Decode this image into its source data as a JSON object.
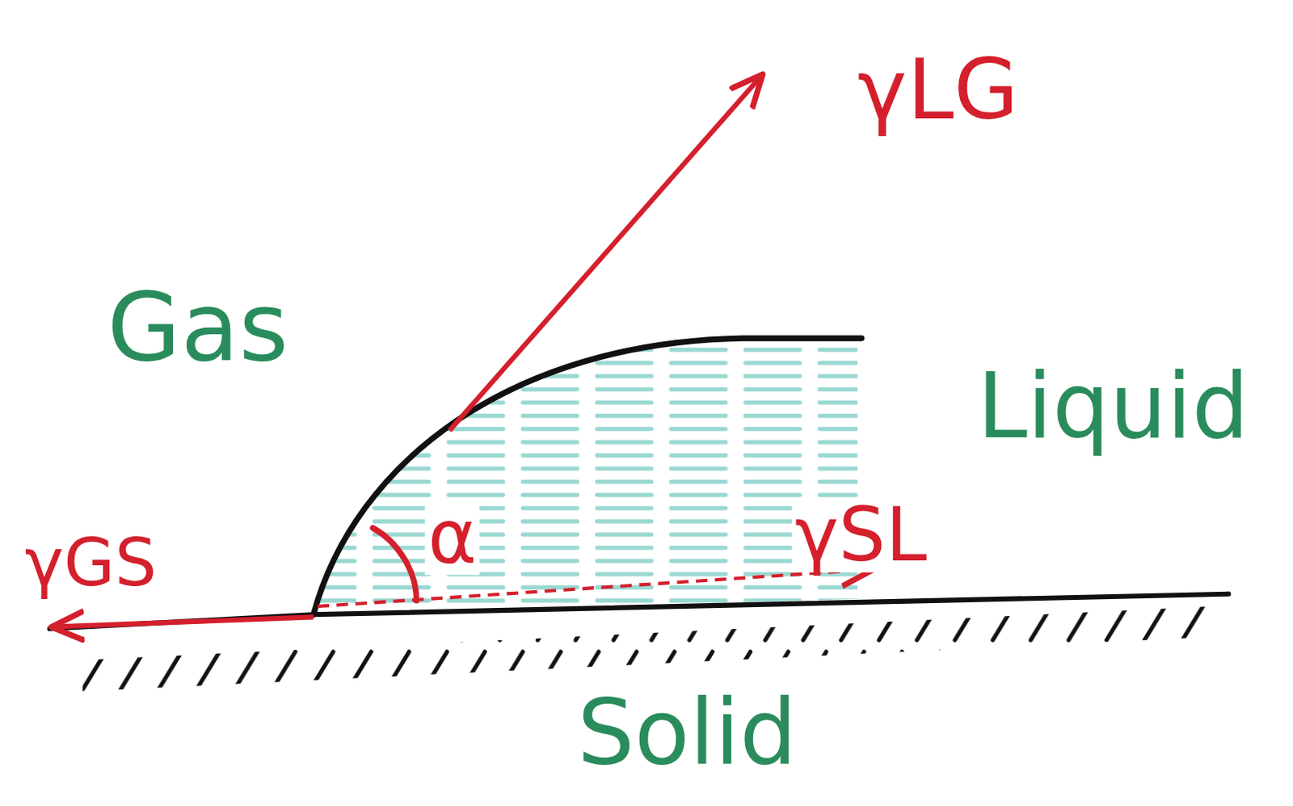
{
  "diagram": {
    "labels": [
      "γLG",
      "Gas",
      "Liquid",
      "γSL",
      "γGS",
      "α",
      "Solid"
    ]
  }
}
